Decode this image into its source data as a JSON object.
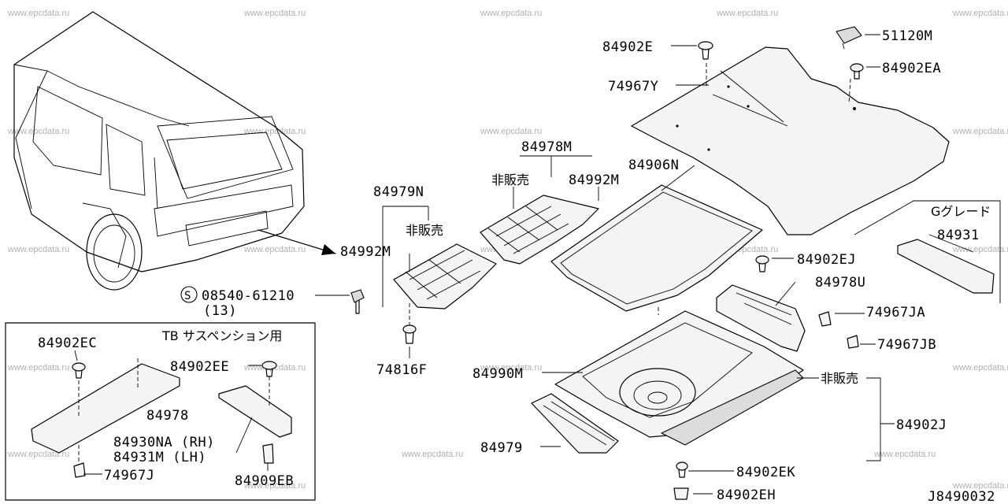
{
  "watermark": "www.epcdata.ru",
  "page_code": "J8490032",
  "notes": {
    "not_for_sale": "非販売",
    "tb_suspension": "TB サスペンション用",
    "g_grade": "Gグレード"
  },
  "parts": {
    "p84902E": "84902E",
    "p51120M": "51120M",
    "p84902EA": "84902EA",
    "p74967Y": "74967Y",
    "p84978M": "84978M",
    "p84992M_upper": "84992M",
    "p84906N": "84906N",
    "p84979N": "84979N",
    "p84992M_left": "84992M",
    "p08540_61210": "08540-61210",
    "p08540_qty": "(13)",
    "p84931": "84931",
    "p84902EJ": "84902EJ",
    "p84978U": "84978U",
    "p74967JA": "74967JA",
    "p74967JB": "74967JB",
    "p74816F": "74816F",
    "p84990M": "84990M",
    "p84902J": "84902J",
    "p84979": "84979",
    "p84902EK": "84902EK",
    "p84902EH": "84902EH",
    "p84902EC": "84902EC",
    "p84902EE": "84902EE",
    "p84978": "84978",
    "p84930NA": "84930NA (RH)",
    "p84931M": "84931M (LH)",
    "p74967J": "74967J",
    "p84909EB": "84909EB"
  },
  "icons": {
    "screw_symbol": "S"
  }
}
